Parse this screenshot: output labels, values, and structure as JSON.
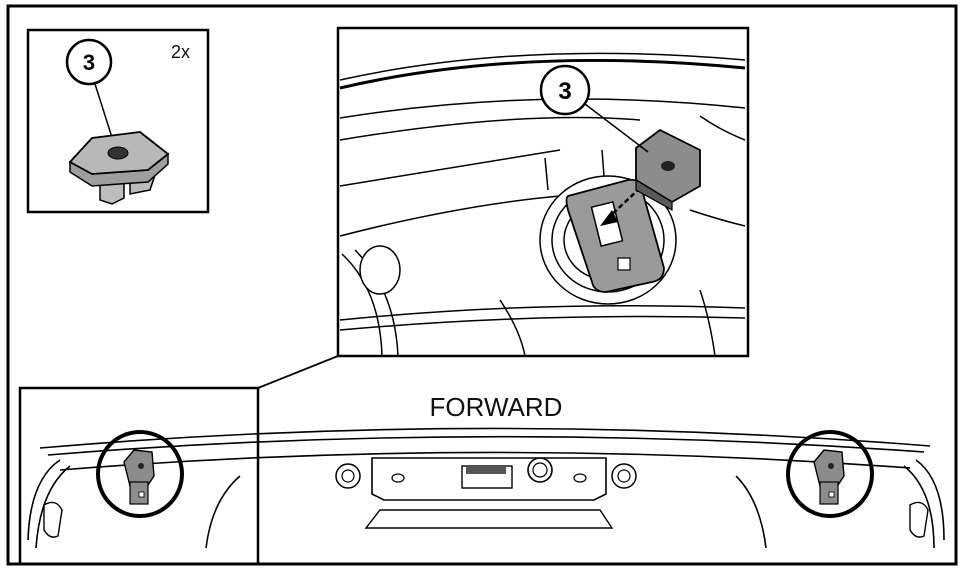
{
  "diagram": {
    "direction_label": "FORWARD",
    "quantity_label": "2x",
    "inset_part_callout": "3",
    "detail_callout": "3"
  },
  "colors": {
    "line": "#000000",
    "part_fill": "#8c8c8c",
    "part_fill_dark": "#5a5a5a",
    "part_fill_light": "#c8c8c8",
    "background": "#ffffff"
  }
}
